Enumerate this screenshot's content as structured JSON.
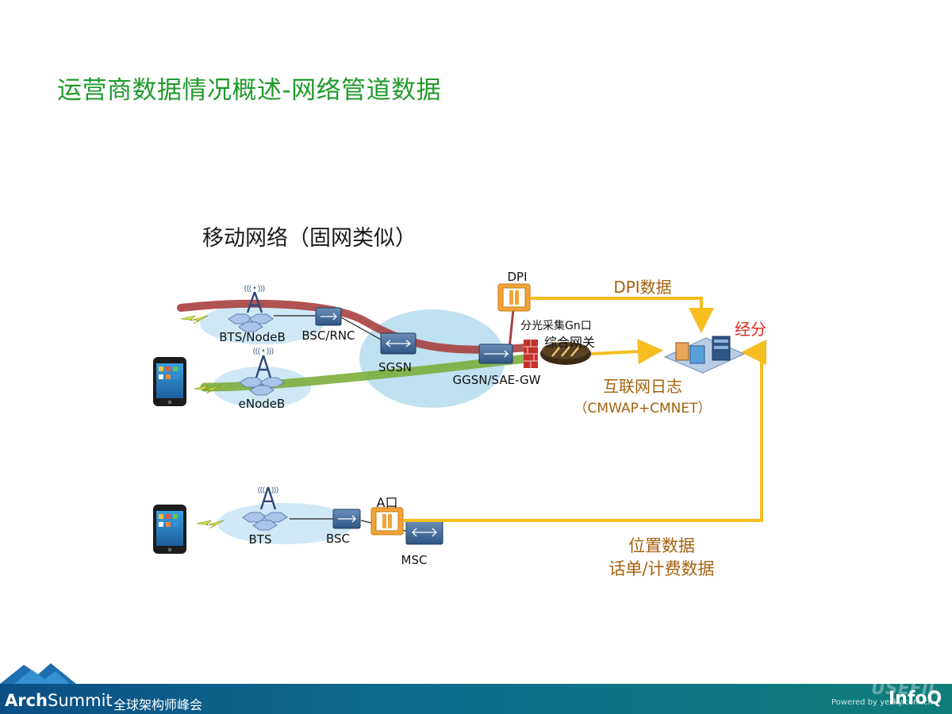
{
  "title": "运营商数据情况概述-网络管道数据",
  "subtitle": "移动网络（固网类似）",
  "nodes": {
    "bts_nodeb": "BTS/NodeB",
    "bsc_rnc": "BSC/RNC",
    "sgsn": "SGSN",
    "enodeb": "eNodeB",
    "ggsn": "GGSN/SAE-GW",
    "dpi": "DPI",
    "gateway": "综合网关",
    "split": "分光采集Gn口",
    "bts": "BTS",
    "bsc": "BSC",
    "a_port": "A口",
    "msc": "MSC",
    "jingfen": "经分"
  },
  "flows": {
    "dpi_data": "DPI数据",
    "internet_log": "互联网日志",
    "internet_log_sub": "（CMWAP+CMNET）",
    "location_data": "位置数据",
    "billing_data": "话单/计费数据"
  },
  "footer": {
    "brand_bold": "Arch",
    "brand_light": "Summit",
    "tagline": "全球架构师峰会",
    "infoq": "InfoQ",
    "watermark": "USEFIL",
    "powered": "Powered by yesky.com.cn"
  },
  "colors": {
    "title": "#1f9a2b",
    "flow_arrow": "#f5bd1f",
    "flow_text": "#a5620f",
    "jingfen": "#e02a20",
    "red_pipe": "#a9403f",
    "green_pipe": "#7cae3c",
    "cloud": "#bfe1f1"
  }
}
